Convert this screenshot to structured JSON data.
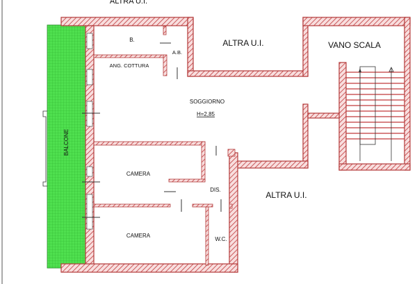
{
  "plan": {
    "labels": {
      "altra_top": "ALTRA U.I.",
      "altra_middle": "ALTRA U.I.",
      "altra_right": "ALTRA U.I.",
      "vano_scala": "VANO SCALA",
      "bagno": "B.",
      "antibagno": "A.B.",
      "angolo_cottura": "ANG. COTTURA",
      "soggiorno": "SOGGIORNO",
      "height": "H=2,85",
      "camera_1": "CAMERA",
      "camera_2": "CAMERA",
      "disimpegno": "DIS.",
      "wc": "W.C.",
      "balcone": "BALCONE"
    },
    "colors": {
      "wall": "#c0393b",
      "wall_fill": "#f6d6d6",
      "balcony": "#52e052"
    }
  }
}
